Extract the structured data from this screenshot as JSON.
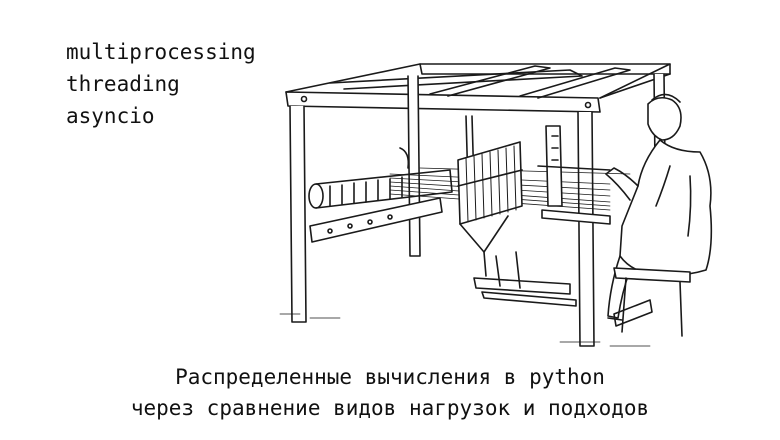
{
  "topics": [
    "multiprocessing",
    "threading",
    "asyncio"
  ],
  "caption": {
    "line1": "Распределенные вычисления в python",
    "line2": "через сравнение видов нагрузок и подходов"
  },
  "illustration": {
    "subject": "loom-weaver-line-art"
  }
}
